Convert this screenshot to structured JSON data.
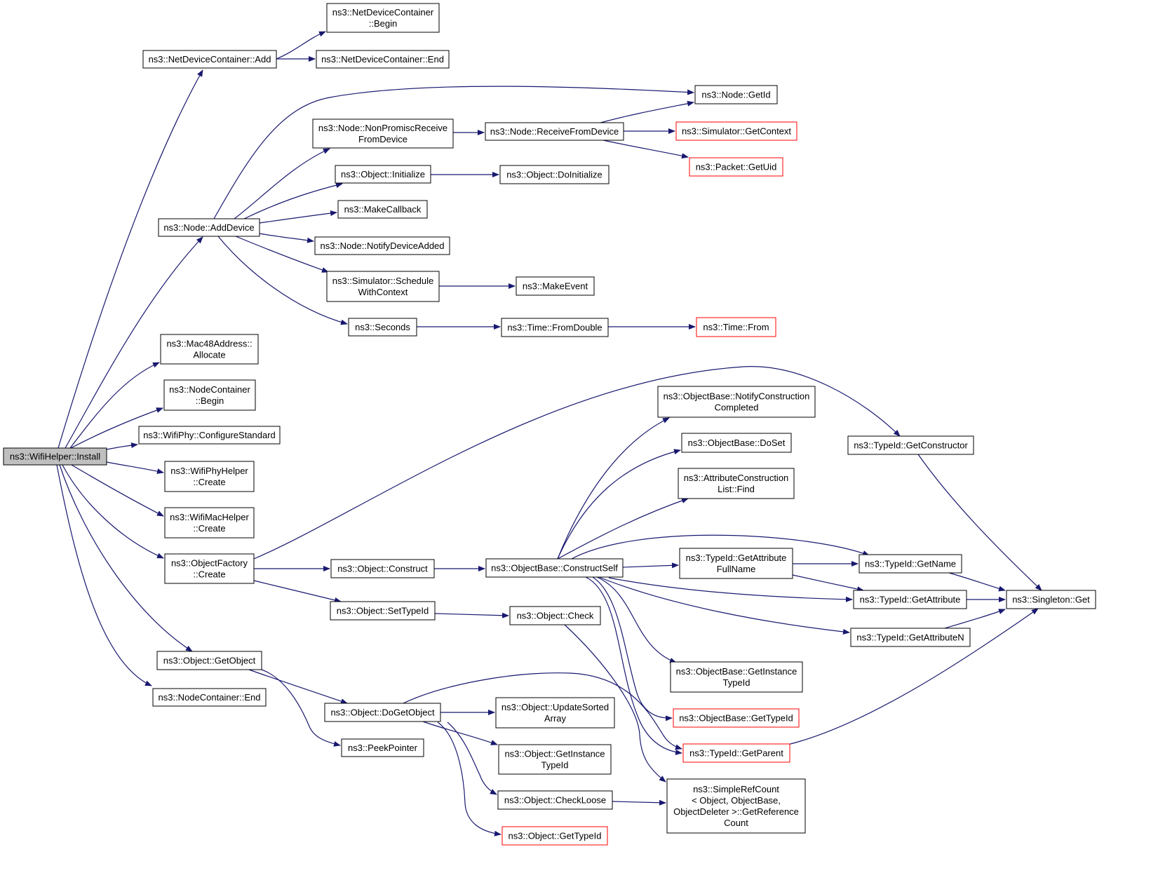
{
  "diagram": {
    "colors": {
      "edge": "#191970",
      "node_border": "#000000",
      "node_border_truncated": "#ff0000",
      "root_fill": "#bfbfbf"
    },
    "nodes": [
      {
        "id": "wifi_install",
        "lines": [
          "ns3::WifiHelper::Install"
        ],
        "style": "root"
      },
      {
        "id": "ndc_add",
        "lines": [
          "ns3::NetDeviceContainer::Add"
        ],
        "style": "normal"
      },
      {
        "id": "ndc_begin",
        "lines": [
          "ns3::NetDeviceContainer",
          "::Begin"
        ],
        "style": "normal"
      },
      {
        "id": "ndc_end",
        "lines": [
          "ns3::NetDeviceContainer::End"
        ],
        "style": "normal"
      },
      {
        "id": "node_getid",
        "lines": [
          "ns3::Node::GetId"
        ],
        "style": "normal"
      },
      {
        "id": "node_nonpromisc",
        "lines": [
          "ns3::Node::NonPromiscReceive",
          "FromDevice"
        ],
        "style": "normal"
      },
      {
        "id": "node_receive",
        "lines": [
          "ns3::Node::ReceiveFromDevice"
        ],
        "style": "normal"
      },
      {
        "id": "sim_getcontext",
        "lines": [
          "ns3::Simulator::GetContext"
        ],
        "style": "red"
      },
      {
        "id": "packet_getuid",
        "lines": [
          "ns3::Packet::GetUid"
        ],
        "style": "red"
      },
      {
        "id": "obj_initialize",
        "lines": [
          "ns3::Object::Initialize"
        ],
        "style": "normal"
      },
      {
        "id": "obj_doinitialize",
        "lines": [
          "ns3::Object::DoInitialize"
        ],
        "style": "normal"
      },
      {
        "id": "makecallback",
        "lines": [
          "ns3::MakeCallback"
        ],
        "style": "normal"
      },
      {
        "id": "node_adddevice",
        "lines": [
          "ns3::Node::AddDevice"
        ],
        "style": "normal"
      },
      {
        "id": "node_notify",
        "lines": [
          "ns3::Node::NotifyDeviceAdded"
        ],
        "style": "normal"
      },
      {
        "id": "sim_schedule",
        "lines": [
          "ns3::Simulator::Schedule",
          "WithContext"
        ],
        "style": "normal"
      },
      {
        "id": "makeevent",
        "lines": [
          "ns3::MakeEvent"
        ],
        "style": "normal"
      },
      {
        "id": "seconds",
        "lines": [
          "ns3::Seconds"
        ],
        "style": "normal"
      },
      {
        "id": "time_fromdouble",
        "lines": [
          "ns3::Time::FromDouble"
        ],
        "style": "normal"
      },
      {
        "id": "time_from",
        "lines": [
          "ns3::Time::From"
        ],
        "style": "red"
      },
      {
        "id": "mac48_allocate",
        "lines": [
          "ns3::Mac48Address::",
          "Allocate"
        ],
        "style": "normal"
      },
      {
        "id": "nc_begin",
        "lines": [
          "ns3::NodeContainer",
          "::Begin"
        ],
        "style": "normal"
      },
      {
        "id": "wifiphy_config",
        "lines": [
          "ns3::WifiPhy::ConfigureStandard"
        ],
        "style": "normal"
      },
      {
        "id": "wifiphyhelper_create",
        "lines": [
          "ns3::WifiPhyHelper",
          "::Create"
        ],
        "style": "normal"
      },
      {
        "id": "wifimachelper_create",
        "lines": [
          "ns3::WifiMacHelper",
          "::Create"
        ],
        "style": "normal"
      },
      {
        "id": "objfactory_create",
        "lines": [
          "ns3::ObjectFactory",
          "::Create"
        ],
        "style": "normal"
      },
      {
        "id": "obj_getobject",
        "lines": [
          "ns3::Object::GetObject"
        ],
        "style": "normal"
      },
      {
        "id": "nc_end",
        "lines": [
          "ns3::NodeContainer::End"
        ],
        "style": "normal"
      },
      {
        "id": "obj_construct",
        "lines": [
          "ns3::Object::Construct"
        ],
        "style": "normal"
      },
      {
        "id": "obj_settypeid",
        "lines": [
          "ns3::Object::SetTypeId"
        ],
        "style": "normal"
      },
      {
        "id": "objbase_constructself",
        "lines": [
          "ns3::ObjectBase::ConstructSelf"
        ],
        "style": "normal"
      },
      {
        "id": "obj_check",
        "lines": [
          "ns3::Object::Check"
        ],
        "style": "normal"
      },
      {
        "id": "objbase_notify",
        "lines": [
          "ns3::ObjectBase::NotifyConstruction",
          "Completed"
        ],
        "style": "normal"
      },
      {
        "id": "objbase_doset",
        "lines": [
          "ns3::ObjectBase::DoSet"
        ],
        "style": "normal"
      },
      {
        "id": "attr_find",
        "lines": [
          "ns3::AttributeConstruction",
          "List::Find"
        ],
        "style": "normal"
      },
      {
        "id": "typeid_getattrfullname",
        "lines": [
          "ns3::TypeId::GetAttribute",
          "FullName"
        ],
        "style": "normal"
      },
      {
        "id": "typeid_getconstructor",
        "lines": [
          "ns3::TypeId::GetConstructor"
        ],
        "style": "normal"
      },
      {
        "id": "typeid_getname",
        "lines": [
          "ns3::TypeId::GetName"
        ],
        "style": "normal"
      },
      {
        "id": "typeid_getattribute",
        "lines": [
          "ns3::TypeId::GetAttribute"
        ],
        "style": "normal"
      },
      {
        "id": "typeid_getattributen",
        "lines": [
          "ns3::TypeId::GetAttributeN"
        ],
        "style": "normal"
      },
      {
        "id": "singleton_get",
        "lines": [
          "ns3::Singleton::Get"
        ],
        "style": "normal"
      },
      {
        "id": "objbase_getinstancetypeid",
        "lines": [
          "ns3::ObjectBase::GetInstance",
          "TypeId"
        ],
        "style": "normal"
      },
      {
        "id": "objbase_gettypeid",
        "lines": [
          "ns3::ObjectBase::GetTypeId"
        ],
        "style": "red"
      },
      {
        "id": "typeid_getparent",
        "lines": [
          "ns3::TypeId::GetParent"
        ],
        "style": "red"
      },
      {
        "id": "obj_dogetobject",
        "lines": [
          "ns3::Object::DoGetObject"
        ],
        "style": "normal"
      },
      {
        "id": "peekpointer",
        "lines": [
          "ns3::PeekPointer"
        ],
        "style": "normal"
      },
      {
        "id": "obj_updatesorted",
        "lines": [
          "ns3::Object::UpdateSorted",
          "Array"
        ],
        "style": "normal"
      },
      {
        "id": "obj_getinstancetypeid",
        "lines": [
          "ns3::Object::GetInstance",
          "TypeId"
        ],
        "style": "normal"
      },
      {
        "id": "obj_checkloose",
        "lines": [
          "ns3::Object::CheckLoose"
        ],
        "style": "normal"
      },
      {
        "id": "obj_gettypeid",
        "lines": [
          "ns3::Object::GetTypeId"
        ],
        "style": "red"
      },
      {
        "id": "simplerefcount",
        "lines": [
          "ns3::SimpleRefCount",
          "< Object, ObjectBase,",
          "ObjectDeleter >::GetReference",
          "Count"
        ],
        "style": "normal"
      }
    ],
    "edges": [
      [
        "wifi_install",
        "ndc_add"
      ],
      [
        "ndc_add",
        "ndc_begin"
      ],
      [
        "ndc_add",
        "ndc_end"
      ],
      [
        "wifi_install",
        "node_adddevice"
      ],
      [
        "node_adddevice",
        "node_getid"
      ],
      [
        "node_adddevice",
        "node_nonpromisc"
      ],
      [
        "node_nonpromisc",
        "node_receive"
      ],
      [
        "node_receive",
        "node_getid"
      ],
      [
        "node_receive",
        "sim_getcontext"
      ],
      [
        "node_receive",
        "packet_getuid"
      ],
      [
        "node_adddevice",
        "obj_initialize"
      ],
      [
        "obj_initialize",
        "obj_doinitialize"
      ],
      [
        "node_adddevice",
        "makecallback"
      ],
      [
        "node_adddevice",
        "node_notify"
      ],
      [
        "node_adddevice",
        "sim_schedule"
      ],
      [
        "sim_schedule",
        "makeevent"
      ],
      [
        "node_adddevice",
        "seconds"
      ],
      [
        "seconds",
        "time_fromdouble"
      ],
      [
        "time_fromdouble",
        "time_from"
      ],
      [
        "wifi_install",
        "mac48_allocate"
      ],
      [
        "wifi_install",
        "nc_begin"
      ],
      [
        "wifi_install",
        "wifiphy_config"
      ],
      [
        "wifi_install",
        "wifiphyhelper_create"
      ],
      [
        "wifi_install",
        "wifimachelper_create"
      ],
      [
        "wifi_install",
        "objfactory_create"
      ],
      [
        "wifi_install",
        "obj_getobject"
      ],
      [
        "wifi_install",
        "nc_end"
      ],
      [
        "objfactory_create",
        "typeid_getconstructor"
      ],
      [
        "objfactory_create",
        "obj_construct"
      ],
      [
        "objfactory_create",
        "obj_settypeid"
      ],
      [
        "obj_construct",
        "objbase_constructself"
      ],
      [
        "obj_settypeid",
        "obj_check"
      ],
      [
        "objbase_constructself",
        "objbase_notify"
      ],
      [
        "objbase_constructself",
        "objbase_doset"
      ],
      [
        "objbase_constructself",
        "attr_find"
      ],
      [
        "objbase_constructself",
        "typeid_getname"
      ],
      [
        "objbase_constructself",
        "typeid_getattrfullname"
      ],
      [
        "objbase_constructself",
        "typeid_getattribute"
      ],
      [
        "objbase_constructself",
        "typeid_getattributen"
      ],
      [
        "objbase_constructself",
        "objbase_getinstancetypeid"
      ],
      [
        "objbase_constructself",
        "objbase_gettypeid"
      ],
      [
        "objbase_constructself",
        "typeid_getparent"
      ],
      [
        "typeid_getattrfullname",
        "typeid_getname"
      ],
      [
        "typeid_getattrfullname",
        "typeid_getattribute"
      ],
      [
        "typeid_getconstructor",
        "singleton_get"
      ],
      [
        "typeid_getname",
        "singleton_get"
      ],
      [
        "typeid_getattribute",
        "singleton_get"
      ],
      [
        "typeid_getattributen",
        "singleton_get"
      ],
      [
        "typeid_getparent",
        "singleton_get"
      ],
      [
        "obj_check",
        "simplerefcount"
      ],
      [
        "obj_getobject",
        "obj_dogetobject"
      ],
      [
        "obj_getobject",
        "peekpointer"
      ],
      [
        "obj_dogetobject",
        "typeid_getparent"
      ],
      [
        "obj_dogetobject",
        "obj_updatesorted"
      ],
      [
        "obj_dogetobject",
        "obj_getinstancetypeid"
      ],
      [
        "obj_dogetobject",
        "obj_checkloose"
      ],
      [
        "obj_dogetobject",
        "obj_gettypeid"
      ],
      [
        "obj_checkloose",
        "simplerefcount"
      ]
    ]
  }
}
